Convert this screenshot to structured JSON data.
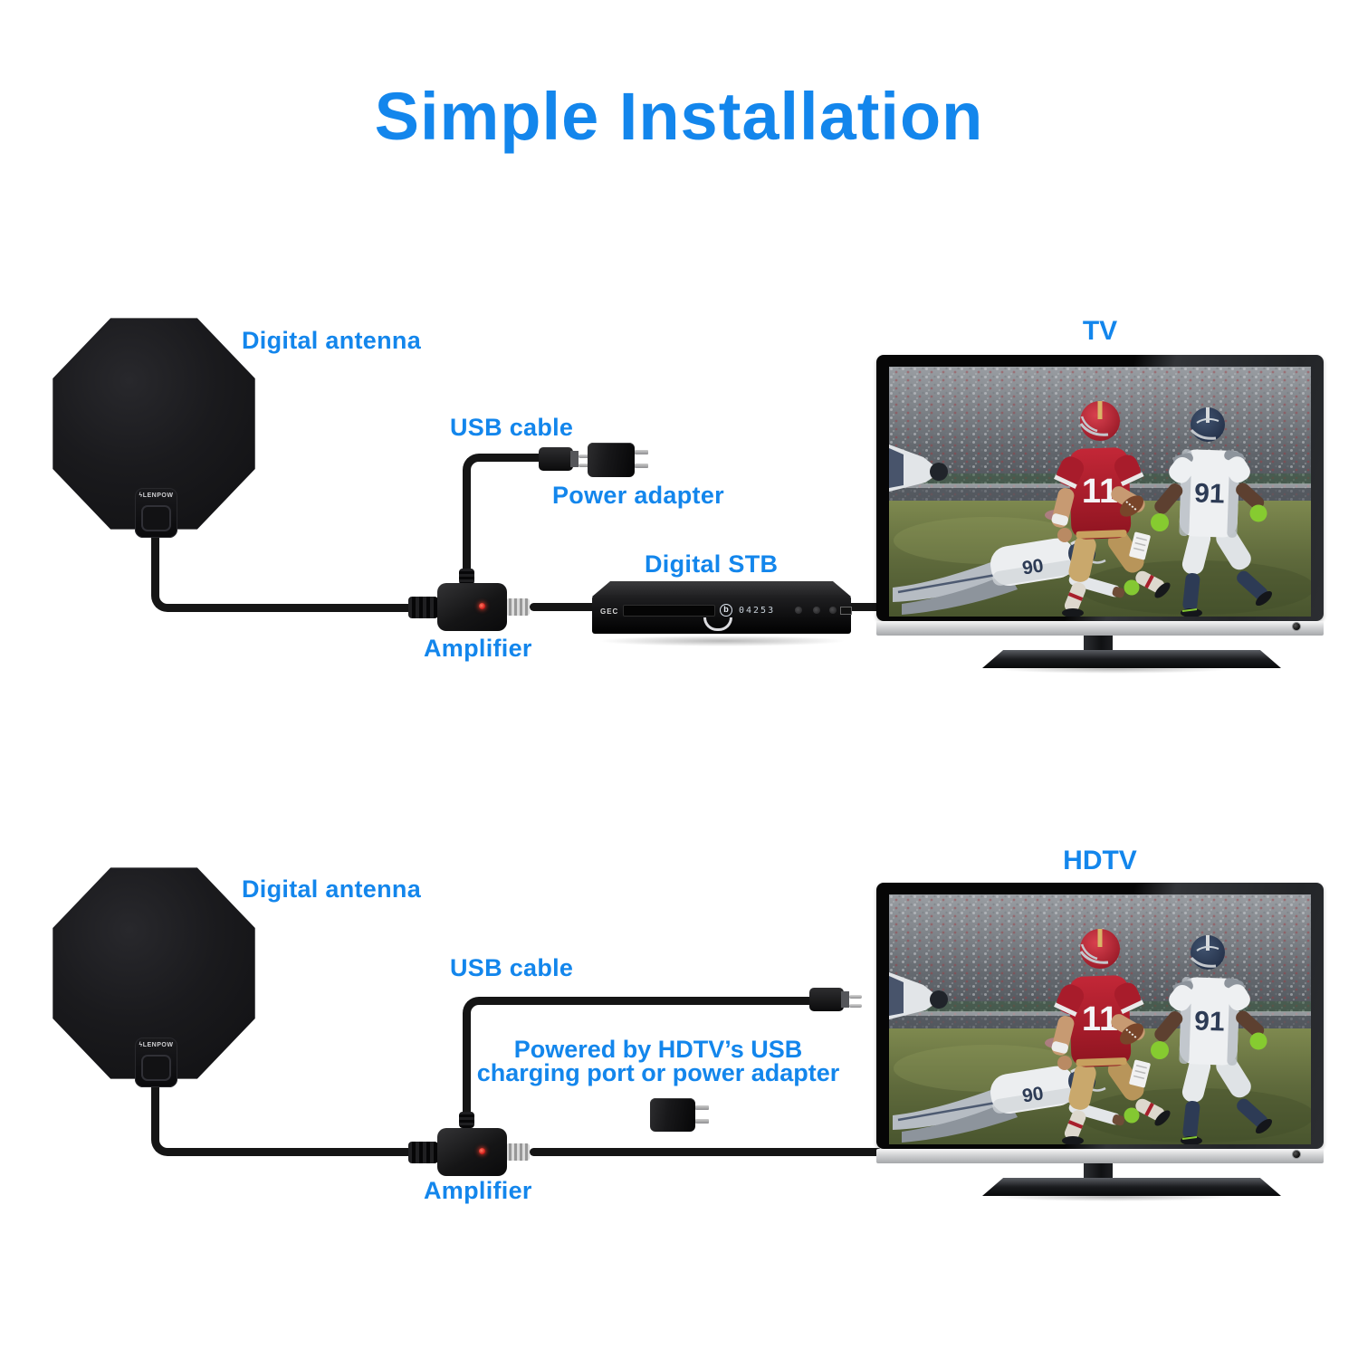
{
  "title": "Simple Installation",
  "accent_color": "#1386EC",
  "antenna_brand": "LENPOW",
  "antenna_brand_icon": "ϟ",
  "top_setup": {
    "antenna_label": "Digital antenna",
    "usb_cable_label": "USB cable",
    "power_adapter_label": "Power adapter",
    "stb_label": "Digital STB",
    "amplifier_label": "Amplifier",
    "tv_label": "TV",
    "stb_brand": "GEC",
    "stb_display": "04253"
  },
  "bottom_setup": {
    "antenna_label": "Digital antenna",
    "usb_cable_label": "USB cable",
    "power_note_line1": "Powered by HDTV’s USB",
    "power_note_line2": "charging port or power adapter",
    "amplifier_label": "Amplifier",
    "tv_label": "HDTV"
  },
  "screen_photo": {
    "qb_jersey_number": "11",
    "diving_player_number": "90",
    "rushing_player_number": "91"
  }
}
